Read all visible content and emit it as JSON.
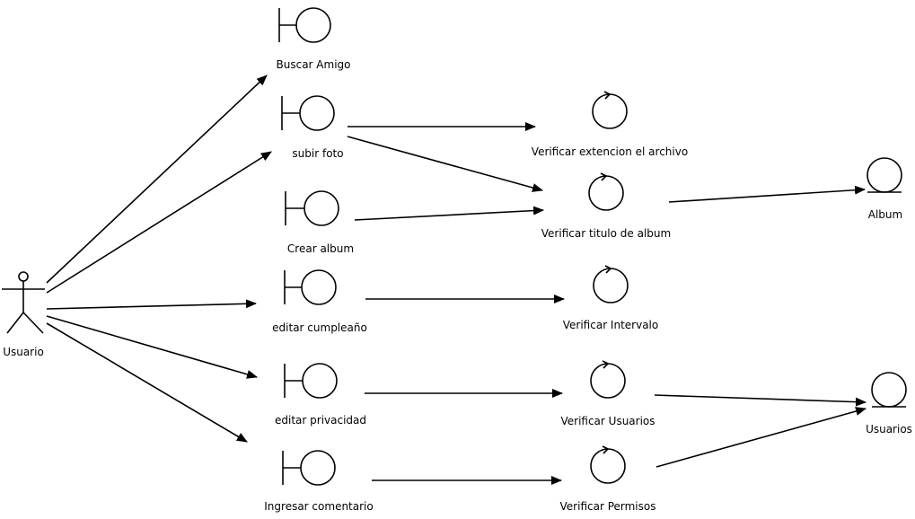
{
  "actor": {
    "label": "Usuario"
  },
  "boundaries": [
    {
      "id": "buscar",
      "label": "Buscar Amigo"
    },
    {
      "id": "subir",
      "label": "subir foto"
    },
    {
      "id": "crear",
      "label": "Crear album"
    },
    {
      "id": "cumple",
      "label": "editar cumpleaño"
    },
    {
      "id": "privacidad",
      "label": "editar privacidad"
    },
    {
      "id": "comentario",
      "label": "Ingresar comentario"
    }
  ],
  "controls": [
    {
      "id": "ext",
      "label": "Verificar extencion el archivo"
    },
    {
      "id": "titulo",
      "label": "Verificar titulo de album"
    },
    {
      "id": "intervalo",
      "label": "Verificar Intervalo"
    },
    {
      "id": "usuarios",
      "label": "Verificar Usuarios"
    },
    {
      "id": "permisos",
      "label": "Verificar Permisos"
    }
  ],
  "entities": [
    {
      "id": "album",
      "label": "Album"
    },
    {
      "id": "usuariosEnt",
      "label": "Usuarios"
    }
  ],
  "edges": [
    {
      "from": "actor",
      "to": "buscar"
    },
    {
      "from": "actor",
      "to": "subir"
    },
    {
      "from": "actor",
      "to": "cumple"
    },
    {
      "from": "actor",
      "to": "privacidad"
    },
    {
      "from": "actor",
      "to": "comentario"
    },
    {
      "from": "subir",
      "to": "ext"
    },
    {
      "from": "subir",
      "to": "titulo"
    },
    {
      "from": "crear",
      "to": "titulo"
    },
    {
      "from": "cumple",
      "to": "intervalo"
    },
    {
      "from": "privacidad",
      "to": "usuarios"
    },
    {
      "from": "comentario",
      "to": "permisos"
    },
    {
      "from": "titulo",
      "to": "album"
    },
    {
      "from": "usuarios",
      "to": "usuariosEnt"
    },
    {
      "from": "permisos",
      "to": "usuariosEnt"
    }
  ]
}
